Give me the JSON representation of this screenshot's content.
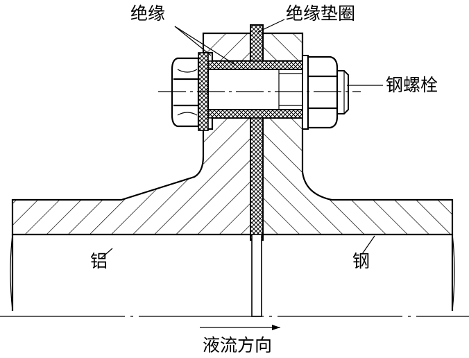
{
  "labels": {
    "insulation": "绝缘",
    "insulation_gasket": "绝缘垫圈",
    "steel_bolt": "钢螺栓",
    "aluminum": "铝",
    "steel": "钢",
    "flow_direction": "液流方向"
  }
}
